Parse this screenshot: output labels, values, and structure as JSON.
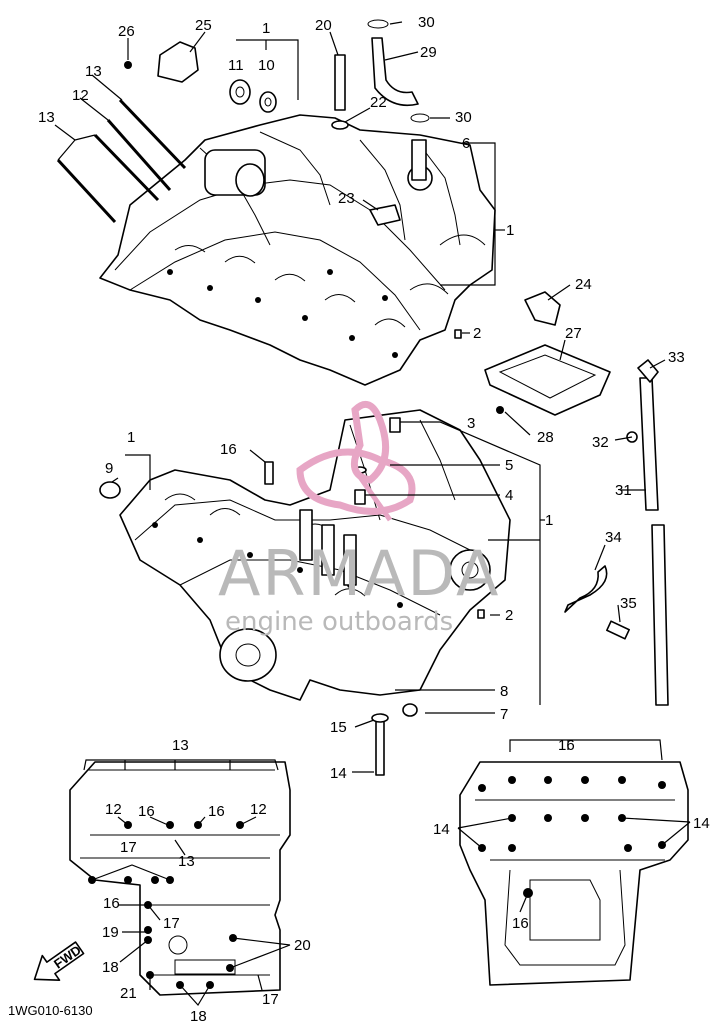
{
  "diagram": {
    "callouts": {
      "c1a": "1",
      "c1b": "1",
      "c1c": "1",
      "c1d": "1",
      "c2a": "2",
      "c2b": "2",
      "c3": "3",
      "c4": "4",
      "c5": "5",
      "c6": "6",
      "c7": "7",
      "c8": "8",
      "c9": "9",
      "c10": "10",
      "c11": "11",
      "c12a": "12",
      "c12b": "12",
      "c12c": "12",
      "c13a": "13",
      "c13b": "13",
      "c13c": "13",
      "c13d": "13",
      "c14a": "14",
      "c14b": "14",
      "c14c": "14",
      "c15": "15",
      "c16a": "16",
      "c16b": "16",
      "c16c": "16",
      "c16d": "16",
      "c16e": "16",
      "c16f": "16",
      "c17a": "17",
      "c17b": "17",
      "c17c": "17",
      "c18a": "18",
      "c18b": "18",
      "c19": "19",
      "c20a": "20",
      "c20b": "20",
      "c21": "21",
      "c22": "22",
      "c23": "23",
      "c24": "24",
      "c25": "25",
      "c26": "26",
      "c27": "27",
      "c28": "28",
      "c29": "29",
      "c30a": "30",
      "c30b": "30",
      "c31": "31",
      "c32": "32",
      "c33": "33",
      "c34": "34",
      "c35": "35"
    },
    "fwd_label": "FWD",
    "drawing_code": "1WG010-6130",
    "watermark": {
      "brand": "ARMADA",
      "tagline": "engine outboards"
    }
  }
}
